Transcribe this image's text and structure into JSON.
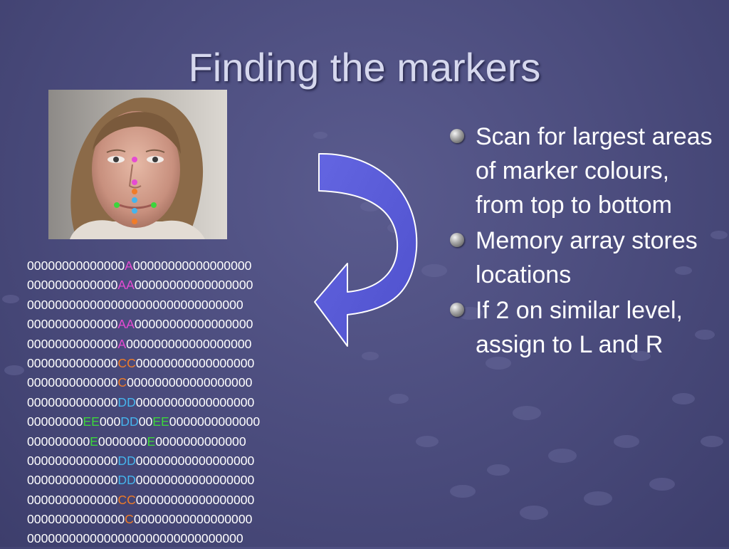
{
  "slide": {
    "title": "Finding the markers",
    "bullets": [
      "Scan for largest areas of marker colours, from top to bottom",
      "Memory array stores locations",
      "If 2 on similar level, assign to L and R"
    ]
  },
  "marker_colors": {
    "A": "#e64bd2",
    "C": "#f07c28",
    "D": "#45b4ec",
    "E": "#3cd53c"
  },
  "memory_grid": [
    "00000000000000A00000000000000000",
    "0000000000000AA00000000000000000",
    "0000000000000000000000000000000",
    "0000000000000AA00000000000000000",
    "0000000000000A000000000000000000",
    "0000000000000CC00000000000000000",
    "0000000000000C000000000000000000",
    "0000000000000DD00000000000000000",
    "00000000EE000DD00EE0000000000000",
    "000000000E0000000E0000000000000",
    "0000000000000DD00000000000000000",
    "0000000000000DD00000000000000000",
    "0000000000000CC00000000000000000",
    "00000000000000C00000000000000000",
    "0000000000000000000000000000000"
  ],
  "photo": {
    "alt": "face with coloured markers"
  },
  "arrow_color": "#5a5cd6"
}
